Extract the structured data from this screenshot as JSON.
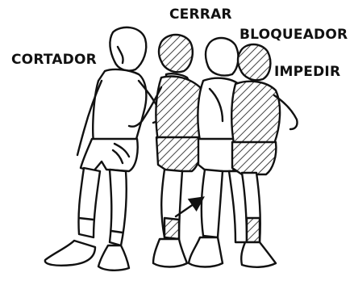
{
  "labels": {
    "cortador": "CORTADOR",
    "cerrar": "CERRAR",
    "bloqueador": "BLOQUEADOR",
    "impedir": "IMPEDIR"
  }
}
